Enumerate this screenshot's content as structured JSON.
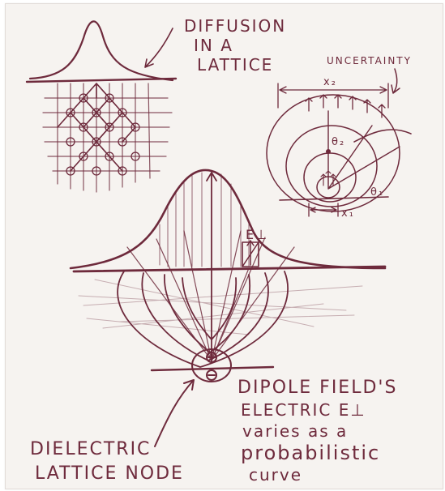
{
  "sketch": {
    "ink_color": "#6e2a3c",
    "paper_color": "#f6f3f0",
    "labels": {
      "diffusion": [
        "DIFFUSION",
        "IN A",
        "LATTICE"
      ],
      "uncertainty": "UNCERTAINTY",
      "x2": "x₂",
      "theta2": "θ₂",
      "theta1": "θ₁",
      "x1": "x₁",
      "e_perp": "E⊥",
      "dipole": [
        "DIPOLE FIELD'S",
        "ELECTRIC E⊥",
        "varies as a",
        "probabilistic",
        "curve"
      ],
      "node": [
        "DIELECTRIC",
        "LATTICE NODE"
      ]
    }
  }
}
